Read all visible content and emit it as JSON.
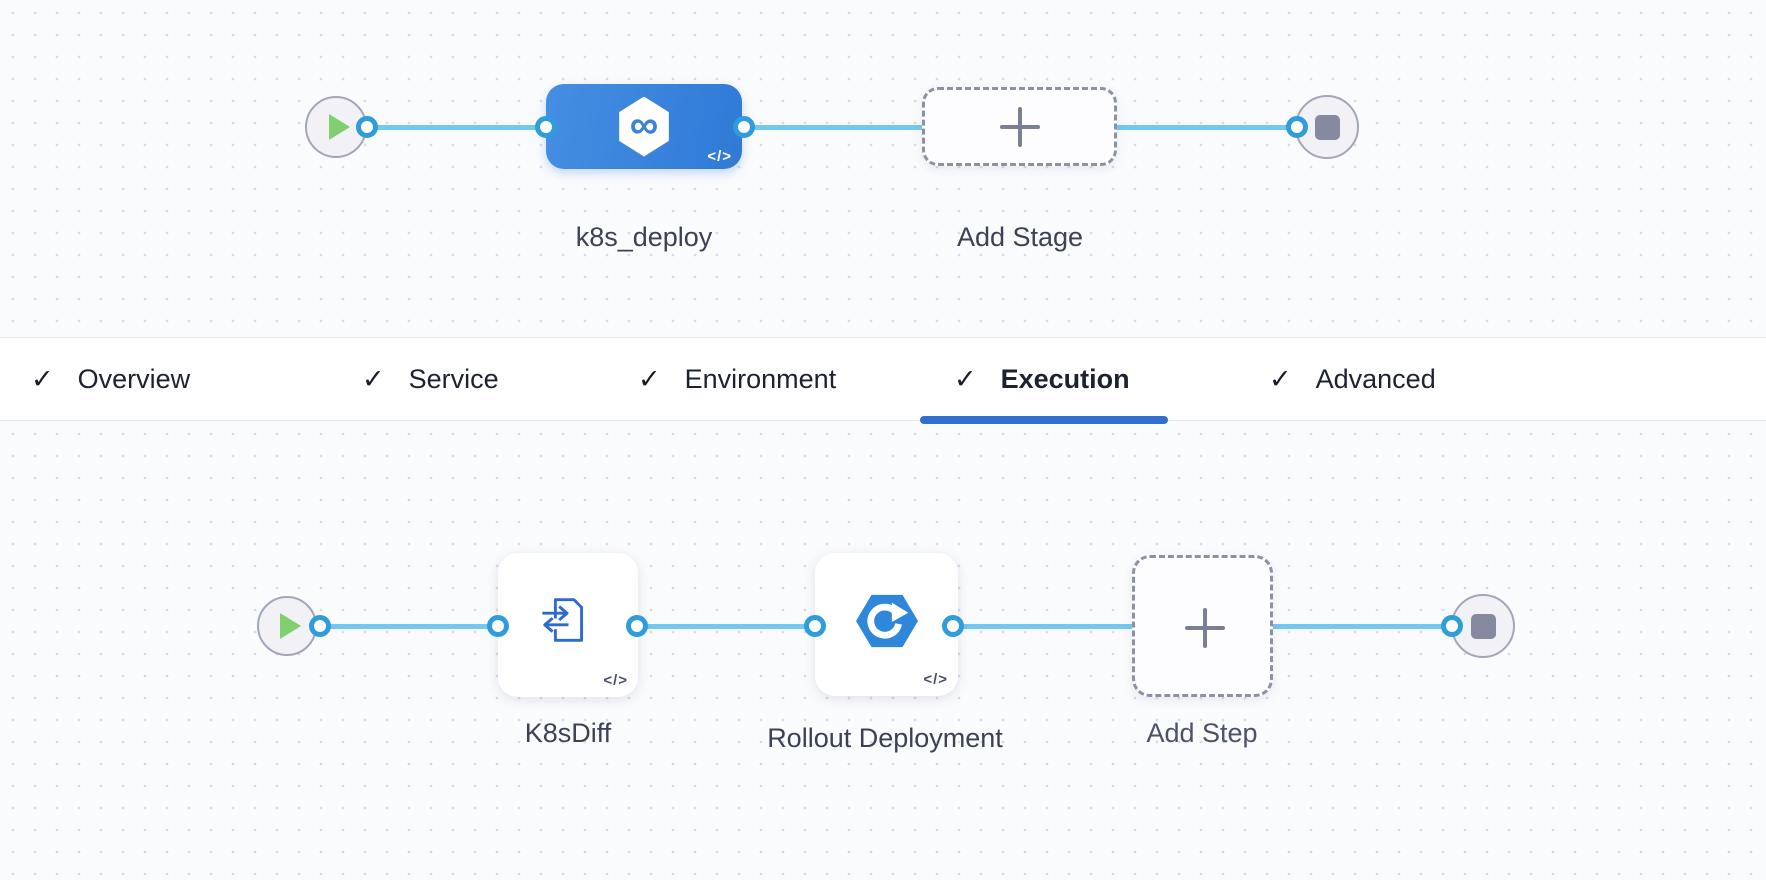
{
  "stage_pipeline": {
    "stage_name": "k8s_deploy",
    "add_stage_label": "Add Stage"
  },
  "config_tabs": [
    {
      "label": "Overview",
      "checked": true,
      "active": false
    },
    {
      "label": "Service",
      "checked": true,
      "active": false
    },
    {
      "label": "Environment",
      "checked": true,
      "active": false
    },
    {
      "label": "Execution",
      "checked": true,
      "active": true
    },
    {
      "label": "Advanced",
      "checked": true,
      "active": false
    }
  ],
  "execution_pipeline": {
    "step1_name": "K8sDiff",
    "step2_name": "Rollout Deployment",
    "add_step_label": "Add Step"
  },
  "icons": {
    "check": "✓",
    "plus": "+",
    "code": "</>",
    "infinity": "∞",
    "play": "play-triangle",
    "stop": "stop-square"
  },
  "colors": {
    "stage_node_blue": "#3b84dc",
    "connector_blue": "#73c8f0",
    "port_ring_blue": "#2f9cdc",
    "active_tab_underline": "#3170cf",
    "play_green": "#82cf70",
    "step_icon_blue": "#2e6bd0",
    "rollout_hexagon_blue": "#2f87da"
  }
}
